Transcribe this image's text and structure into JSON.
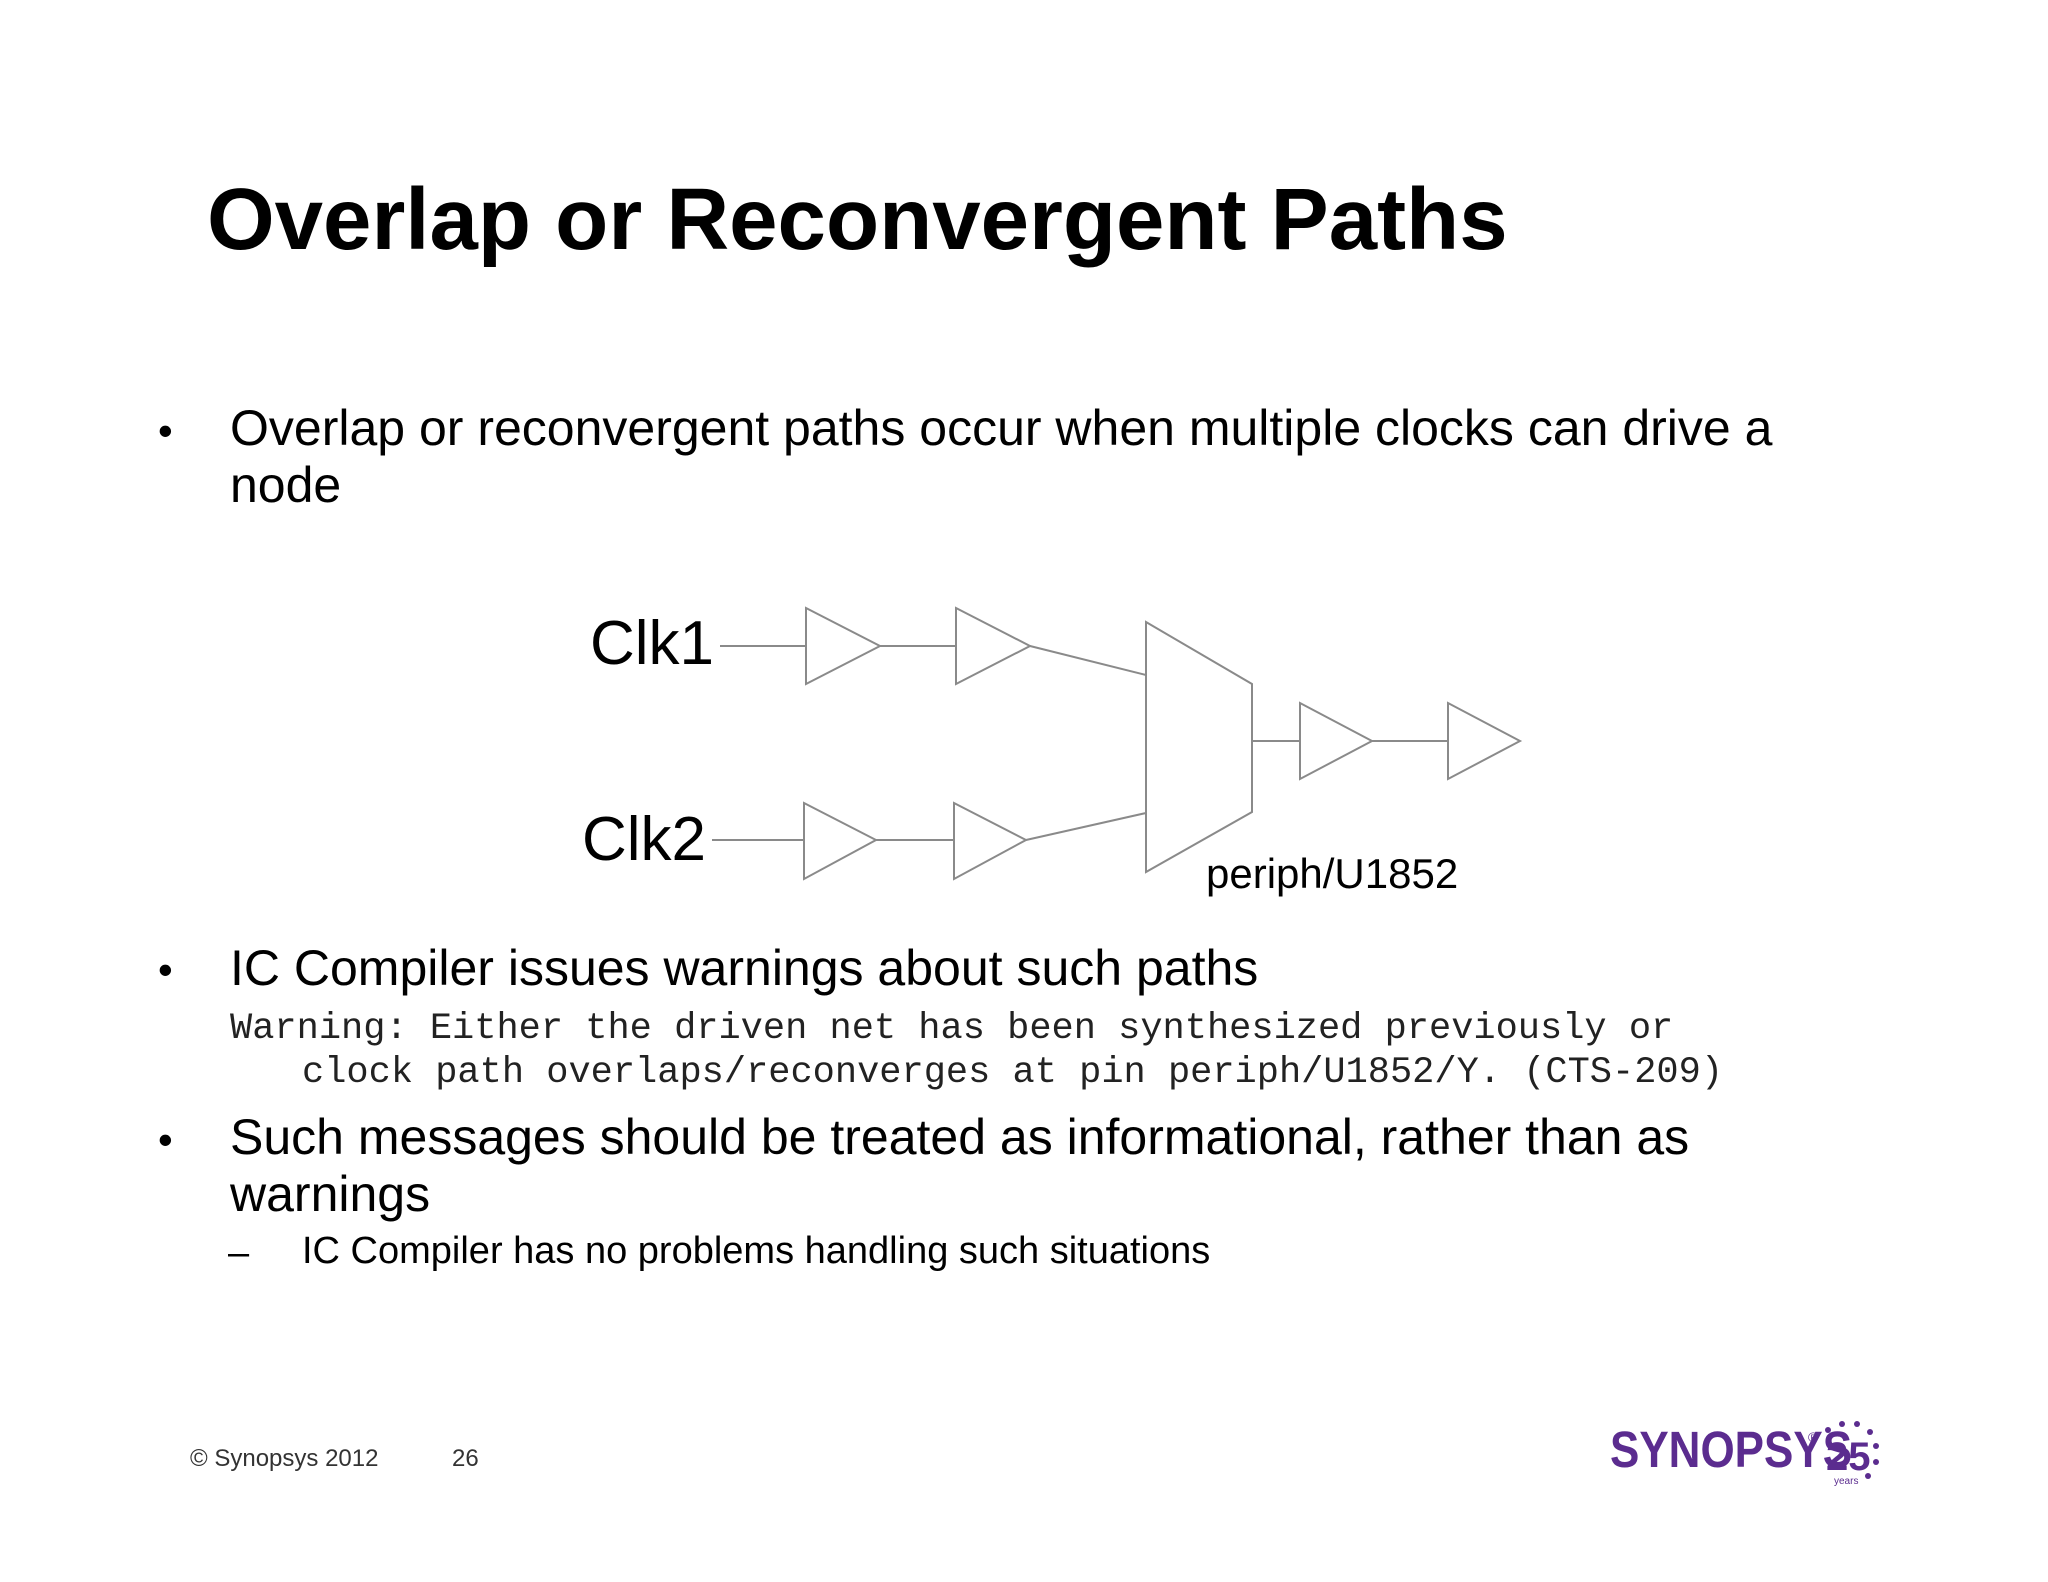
{
  "slide": {
    "title": "Overlap or Reconvergent Paths"
  },
  "bullets": [
    {
      "marker": "•",
      "line1": "Overlap or reconvergent paths occur when multiple clocks can drive a",
      "line2": "node"
    },
    {
      "marker": "•",
      "line1": "IC Compiler issues warnings about such paths"
    },
    {
      "marker": "•",
      "line1": "Such messages should be treated as informational, rather than as",
      "line2": "warnings"
    }
  ],
  "code": {
    "line1": "Warning: Either the driven net has been synthesized previously or",
    "line2": "clock path overlaps/reconverges at pin periph/U1852/Y. (CTS-209)"
  },
  "sub_bullet": {
    "marker": "–",
    "text": "IC Compiler has no problems handling such situations"
  },
  "diagram": {
    "clk1_label": "Clk1",
    "clk2_label": "Clk2",
    "cell_label": "periph/U1852",
    "line_color": "#8a8a8a"
  },
  "footer": {
    "copyright": "© Synopsys 2012",
    "page_number": "26",
    "logo_text": "SYNOPSYS",
    "logo_registered": "®",
    "anniversary_number": "25",
    "anniversary_word": "years",
    "logo_color": "#5b2c8f"
  }
}
